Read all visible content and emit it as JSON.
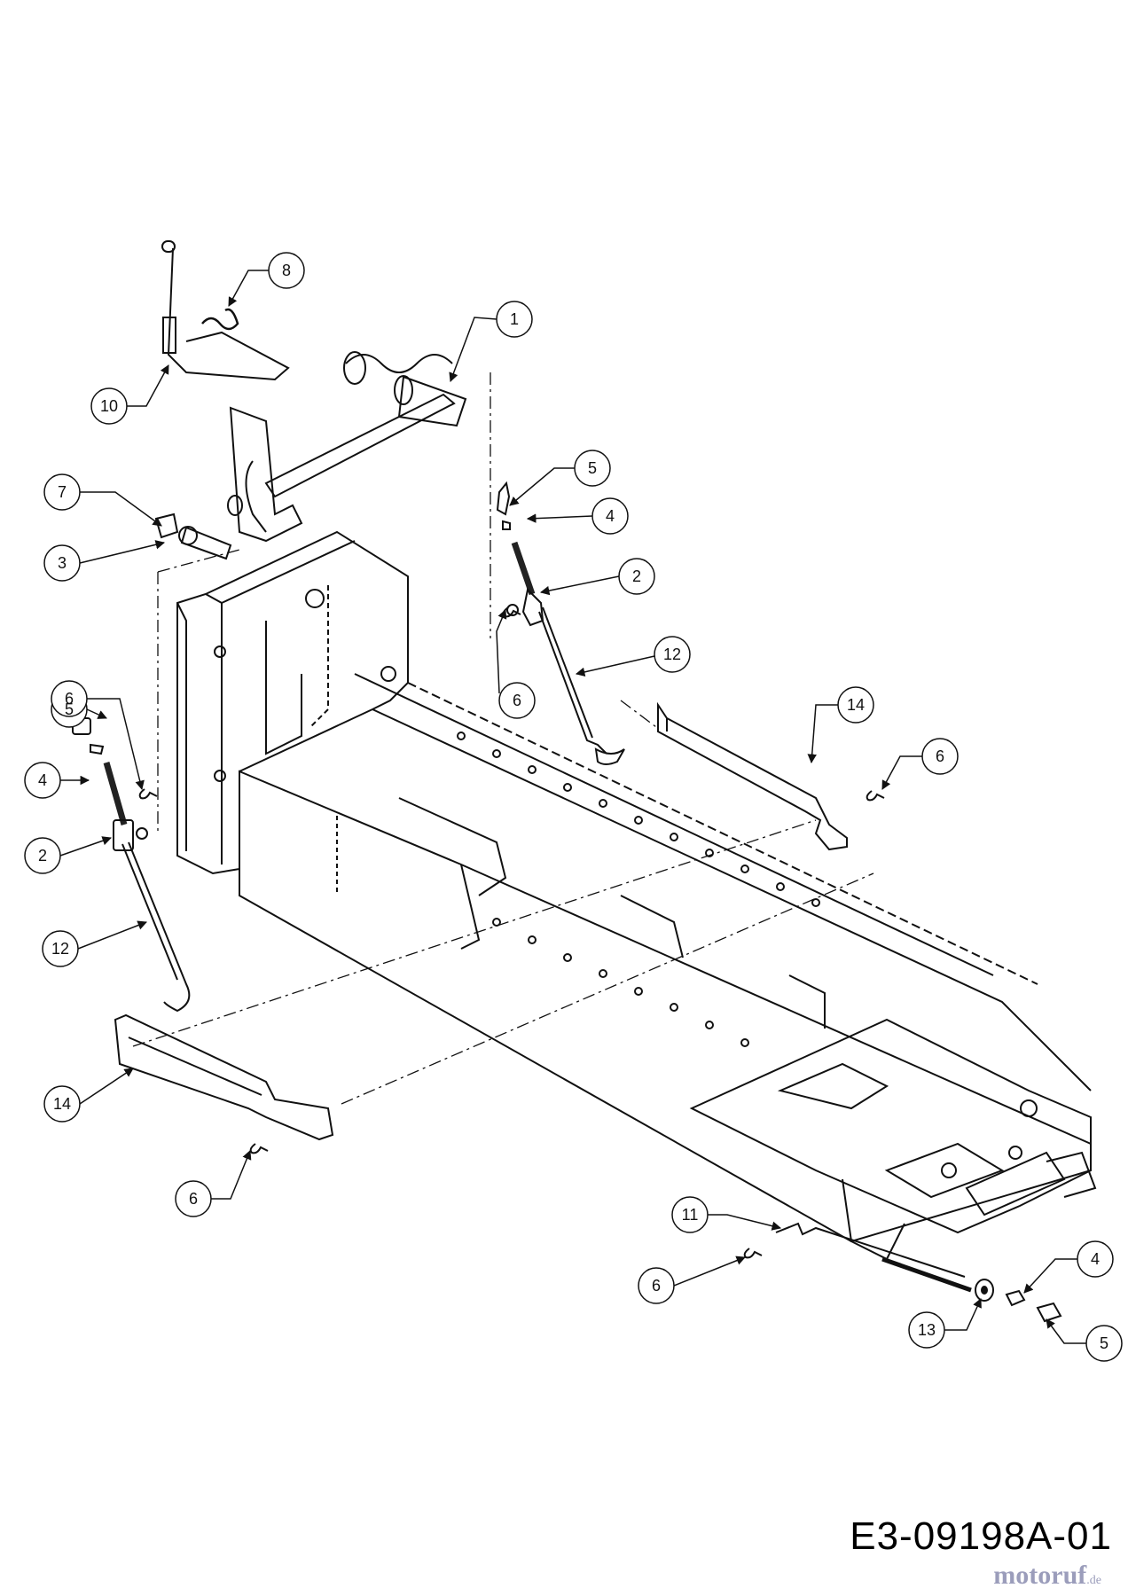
{
  "document": {
    "code": "E3-09198A-01",
    "watermark_brand": "motoruf",
    "watermark_tld": ".de"
  },
  "callouts": [
    {
      "id": "c1",
      "label": "1"
    },
    {
      "id": "c2a",
      "label": "2"
    },
    {
      "id": "c2b",
      "label": "2"
    },
    {
      "id": "c3",
      "label": "3"
    },
    {
      "id": "c4a",
      "label": "4"
    },
    {
      "id": "c4b",
      "label": "4"
    },
    {
      "id": "c4c",
      "label": "4"
    },
    {
      "id": "c5a",
      "label": "5"
    },
    {
      "id": "c5b",
      "label": "5"
    },
    {
      "id": "c5c",
      "label": "5"
    },
    {
      "id": "c6a",
      "label": "6"
    },
    {
      "id": "c6b",
      "label": "6"
    },
    {
      "id": "c6c",
      "label": "6"
    },
    {
      "id": "c6d",
      "label": "6"
    },
    {
      "id": "c6e",
      "label": "6"
    },
    {
      "id": "c7",
      "label": "7"
    },
    {
      "id": "c8",
      "label": "8"
    },
    {
      "id": "c10",
      "label": "10"
    },
    {
      "id": "c11",
      "label": "11"
    },
    {
      "id": "c12a",
      "label": "12"
    },
    {
      "id": "c12b",
      "label": "12"
    },
    {
      "id": "c13",
      "label": "13"
    },
    {
      "id": "c14a",
      "label": "14"
    },
    {
      "id": "c14b",
      "label": "14"
    }
  ]
}
